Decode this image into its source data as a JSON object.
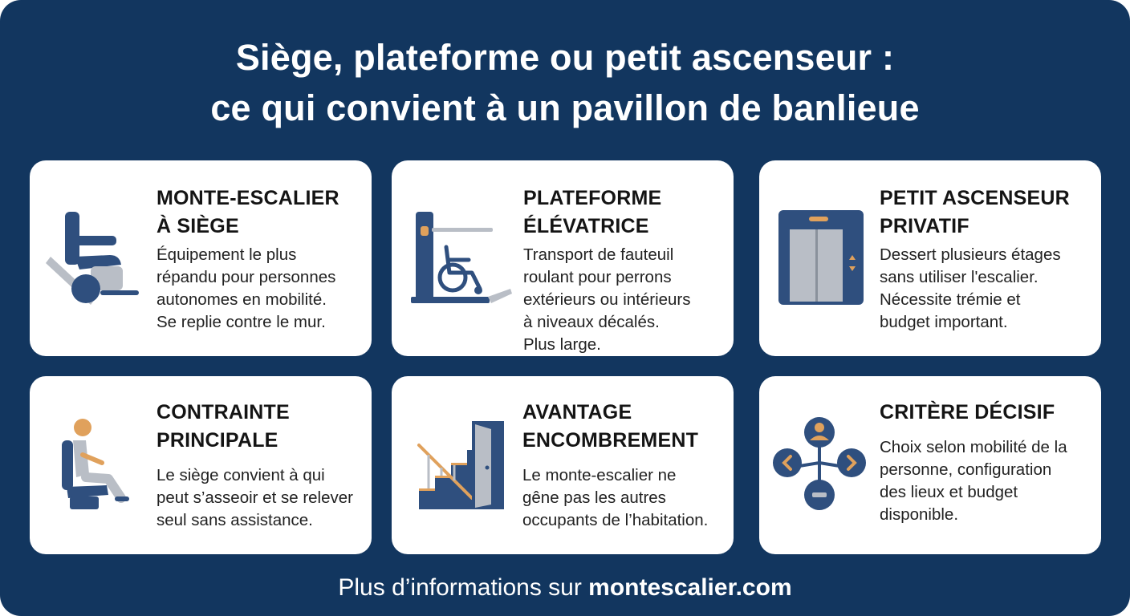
{
  "title": {
    "line1": "Siège, plateforme ou petit ascenseur :",
    "line2": "ce qui convient à un pavillon de banlieue"
  },
  "cards": [
    {
      "icon": "stairlift-seat-icon",
      "heading": [
        "MONTE-ESCALIER",
        "À SIÈGE"
      ],
      "body": [
        "Équipement le plus",
        "répandu pour personnes",
        "autonomes en mobilité.",
        "Se replie contre le mur."
      ]
    },
    {
      "icon": "wheelchair-platform-icon",
      "heading": [
        "PLATEFORME",
        "ÉLÉVATRICE"
      ],
      "body": [
        "Transport de fauteuil",
        "roulant pour perrons",
        "extérieurs ou intérieurs",
        "à niveaux décalés.",
        "Plus large."
      ]
    },
    {
      "icon": "elevator-icon",
      "heading": [
        "PETIT ASCENSEUR",
        "PRIVATIF"
      ],
      "body": [
        "Dessert plusieurs étages",
        "sans utiliser l'escalier.",
        "Nécessite trémie et",
        "budget important."
      ]
    },
    {
      "icon": "seated-person-icon",
      "heading": [
        "CONTRAINTE",
        "PRINCIPALE"
      ],
      "body": [
        "Le siège convient à qui",
        "peut s’asseoir et se relever",
        "seul sans assistance."
      ]
    },
    {
      "icon": "staircase-door-icon",
      "heading": [
        "AVANTAGE",
        "ENCOMBREMENT"
      ],
      "body": [
        "Le monte-escalier ne",
        "gêne pas les autres",
        "occupants de l’habitation."
      ]
    },
    {
      "icon": "decision-choice-icon",
      "heading": [
        "CRITÈRE DÉCISIF"
      ],
      "body": [
        "Choix selon mobilité de la",
        "personne, configuration",
        "des lieux et budget",
        "disponible."
      ]
    }
  ],
  "footer": {
    "prefix": "Plus d’informations sur ",
    "site": "montescalier.com"
  },
  "colors": {
    "background": "#12365f",
    "icon_navy": "#2f4f7e",
    "icon_accent": "#e0a15c",
    "icon_grey": "#b9bec6"
  }
}
